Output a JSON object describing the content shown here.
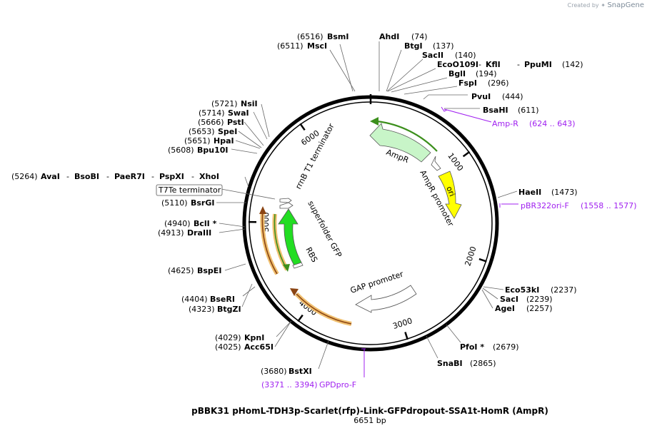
{
  "credit": {
    "created_by": "Created by",
    "brand": "SnapGene"
  },
  "plasmid": {
    "name": "pBBK31 pHomL-TDH3p-Scarlet(rfp)-Link-GFPdropout-SSA1t-HomR (AmpR)",
    "size_label": "6651 bp",
    "length": 6651
  },
  "ticks": [
    "1000",
    "2000",
    "3000",
    "4000",
    "5000",
    "6000"
  ],
  "sites": [
    {
      "pos": "(6516)",
      "name": "BsmI"
    },
    {
      "pos": "(6511)",
      "name": "MscI"
    },
    {
      "name": "AhdI",
      "pos": "(74)"
    },
    {
      "name": "BtgI",
      "pos": "(137)"
    },
    {
      "name": "SacII",
      "pos": "(140)"
    },
    {
      "name": "EcoO109I",
      "extra": [
        "KflI",
        "PpuMI"
      ],
      "pos": "(142)"
    },
    {
      "name": "BglI",
      "pos": "(194)"
    },
    {
      "name": "FspI",
      "pos": "(296)"
    },
    {
      "name": "PvuI",
      "pos": "(444)"
    },
    {
      "name": "BsaHI",
      "pos": "(611)"
    },
    {
      "name": "HaeII",
      "pos": "(1473)"
    },
    {
      "name": "Eco53kI",
      "pos": "(2237)"
    },
    {
      "name": "SacI",
      "pos": "(2239)"
    },
    {
      "name": "AgeI",
      "pos": "(2257)"
    },
    {
      "name": "PfoI *",
      "pos": "(2679)"
    },
    {
      "name": "SnaBI",
      "pos": "(2865)"
    },
    {
      "pos": "(3680)",
      "name": "BstXI"
    },
    {
      "pos": "(4029)",
      "name": "KpnI"
    },
    {
      "pos": "(4025)",
      "name": "Acc65I"
    },
    {
      "pos": "(4404)",
      "name": "BseRI"
    },
    {
      "pos": "(4323)",
      "name": "BtgZI"
    },
    {
      "pos": "(4625)",
      "name": "BspEI"
    },
    {
      "pos": "(4940)",
      "name": "BclI *"
    },
    {
      "pos": "(4913)",
      "name": "DraIII"
    },
    {
      "pos": "(5110)",
      "name": "BsrGI"
    },
    {
      "pos": "(5264)",
      "name": "AvaI",
      "extra": [
        "BsoBI",
        "PaeR7I",
        "PspXI",
        "XhoI"
      ]
    },
    {
      "pos": "(5608)",
      "name": "Bpu10I"
    },
    {
      "pos": "(5651)",
      "name": "HpaI"
    },
    {
      "pos": "(5653)",
      "name": "SpeI"
    },
    {
      "pos": "(5666)",
      "name": "PstI"
    },
    {
      "pos": "(5714)",
      "name": "SwaI"
    },
    {
      "pos": "(5721)",
      "name": "NsiI"
    }
  ],
  "boxed_feature": "T7Te terminator",
  "primers": [
    {
      "name": "Amp-R",
      "range": "(624 .. 643)"
    },
    {
      "name": "pBR322ori-F",
      "range": "(1558 .. 1577)"
    },
    {
      "name": "GPDpro-F",
      "range": "(3371 .. 3394)"
    }
  ],
  "features": [
    {
      "name": "AmpR",
      "color": "#c8f5c8"
    },
    {
      "name": "AmpR promoter",
      "color": "#ffffff"
    },
    {
      "name": "ori",
      "color": "#ffff00"
    },
    {
      "name": "GAP promoter",
      "color": "#ffffff"
    },
    {
      "name": "rrnB T1 terminator",
      "color": "#ffffff"
    },
    {
      "name": "superfolder GFP",
      "color": "#22dd22"
    },
    {
      "name": "RBS",
      "color": "#ffffff"
    }
  ],
  "colors": {
    "primer": "#a020f0",
    "orf_outline": "#f0c070",
    "orf_fill": "#8b4513",
    "amp_orf": "#3c8f1c"
  }
}
